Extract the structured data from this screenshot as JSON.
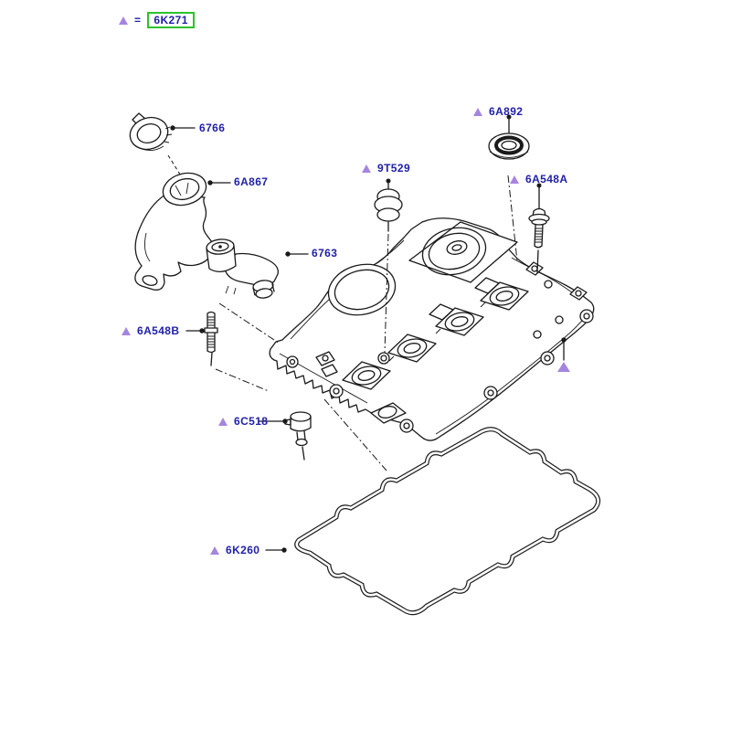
{
  "diagram": {
    "title_context": "exploded parts diagram - engine valve (rocker) cover",
    "legend": {
      "marker_icon": "triangle-marker",
      "equals_sign": "=",
      "code": "6K271"
    },
    "parts": [
      {
        "code": "6766",
        "name": "oil-filler-cap",
        "has_triangle": false
      },
      {
        "code": "6A867",
        "name": "oil-filler-neck",
        "has_triangle": false
      },
      {
        "code": "6763",
        "name": "breather-elbow",
        "has_triangle": false
      },
      {
        "code": "9T529",
        "name": "grommet-plug",
        "has_triangle": true
      },
      {
        "code": "6A892",
        "name": "seal-washer",
        "has_triangle": true
      },
      {
        "code": "6A548A",
        "name": "flanged-bolt",
        "has_triangle": true
      },
      {
        "code": "6A548B",
        "name": "stud-bolt",
        "has_triangle": true
      },
      {
        "code": "6C518",
        "name": "blanking-plug",
        "has_triangle": true
      },
      {
        "code": "6K260",
        "name": "valve-cover-gasket",
        "has_triangle": true
      }
    ],
    "assembly_marker": {
      "icon": "triangle-marker",
      "meaning": "part of 6K271 assembly"
    }
  },
  "colors": {
    "label": "#1f1fa8",
    "triangle": "#a685e0",
    "highlight": "#2dc22d",
    "line": "#1a1a1a",
    "background": "#ffffff"
  }
}
